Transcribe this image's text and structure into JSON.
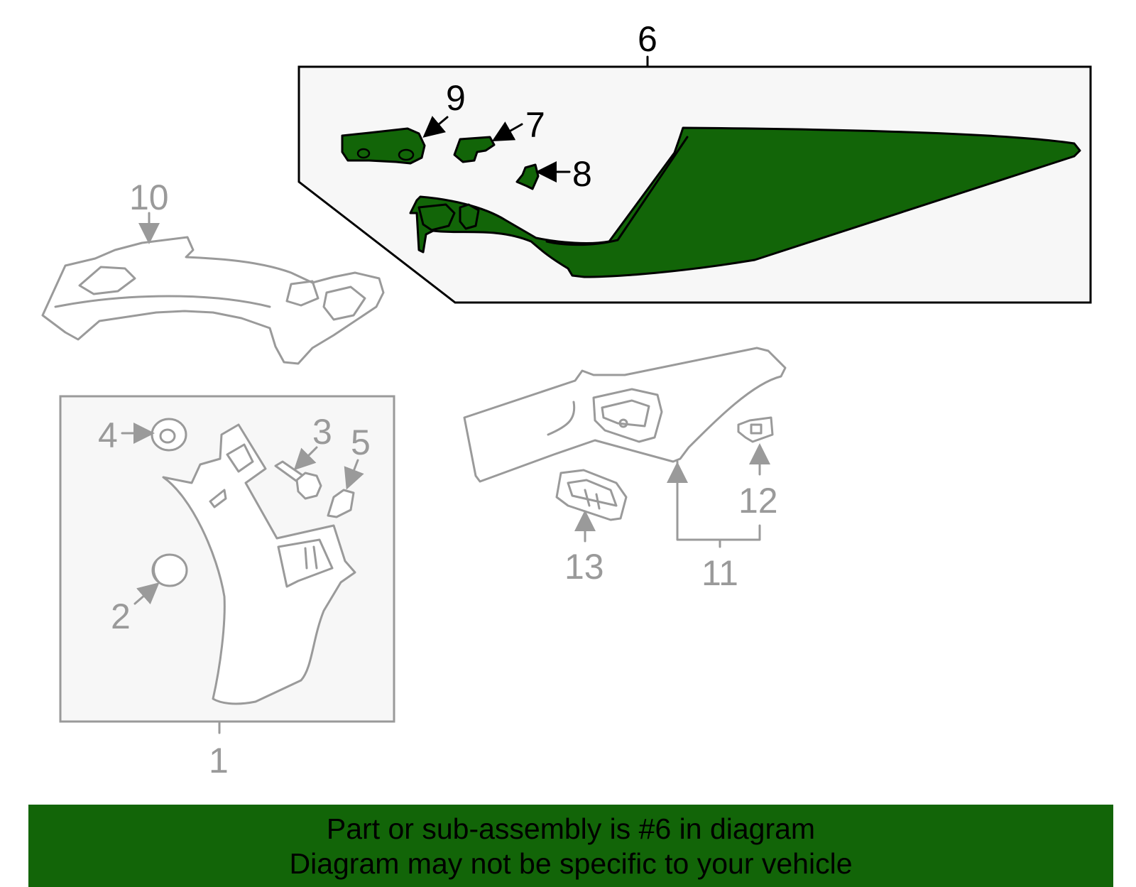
{
  "diagram": {
    "labels": {
      "c1": "1",
      "c2": "2",
      "c3": "3",
      "c4": "4",
      "c5": "5",
      "c6": "6",
      "c7": "7",
      "c8": "8",
      "c9": "9",
      "c10": "10",
      "c11": "11",
      "c12": "12",
      "c13": "13"
    },
    "highlighted_callout": "6"
  },
  "banner": {
    "line1": "Part or sub-assembly is #6 in diagram",
    "line2": "Diagram may not be specific to your vehicle"
  },
  "colors": {
    "highlight": "#126508",
    "outline_gray": "#9a9a9a",
    "box_fill": "#f7f7f7"
  }
}
